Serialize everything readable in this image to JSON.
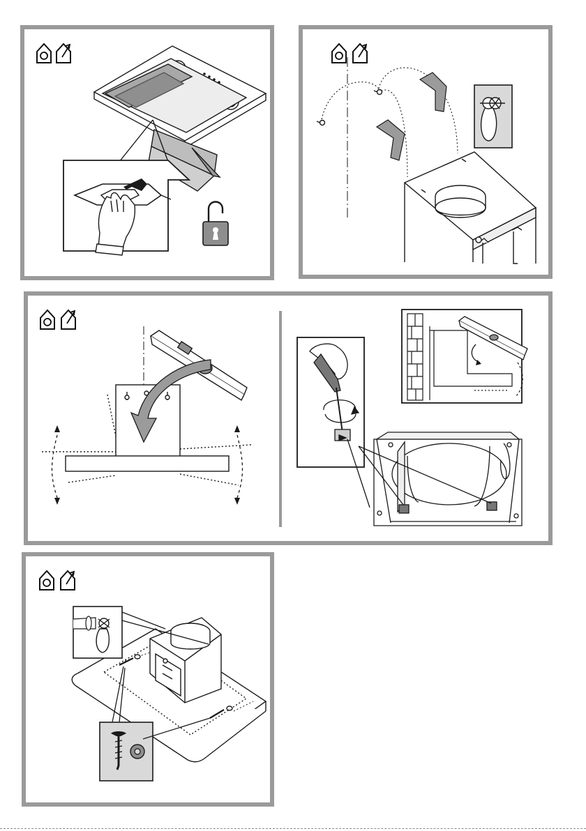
{
  "document": {
    "panels": [
      {
        "id": "panel-1",
        "illustration": "unlock-filter",
        "icons": [
          "recirculation-mode-icon",
          "extraction-mode-icon",
          "padlock-open-icon"
        ]
      },
      {
        "id": "panel-2",
        "illustration": "hang-on-screws",
        "icons": [
          "recirculation-mode-icon",
          "extraction-mode-icon",
          "keyhole-slot-icon"
        ]
      },
      {
        "id": "panel-3",
        "illustration": "level-and-adjust",
        "icons": [
          "recirculation-mode-icon",
          "extraction-mode-icon",
          "spirit-level-icon",
          "screwdriver-icon"
        ]
      },
      {
        "id": "panel-4",
        "illustration": "fix-with-screws",
        "icons": [
          "recirculation-mode-icon",
          "extraction-mode-icon",
          "screw-washer-icon"
        ]
      }
    ],
    "colors": {
      "frame": "#9a9a9a",
      "line": "#1a1a1a",
      "arrow_fill": "#9b9b9b",
      "callout_fill": "#d9d9d9",
      "lock_fill": "#8e8e8e"
    }
  }
}
